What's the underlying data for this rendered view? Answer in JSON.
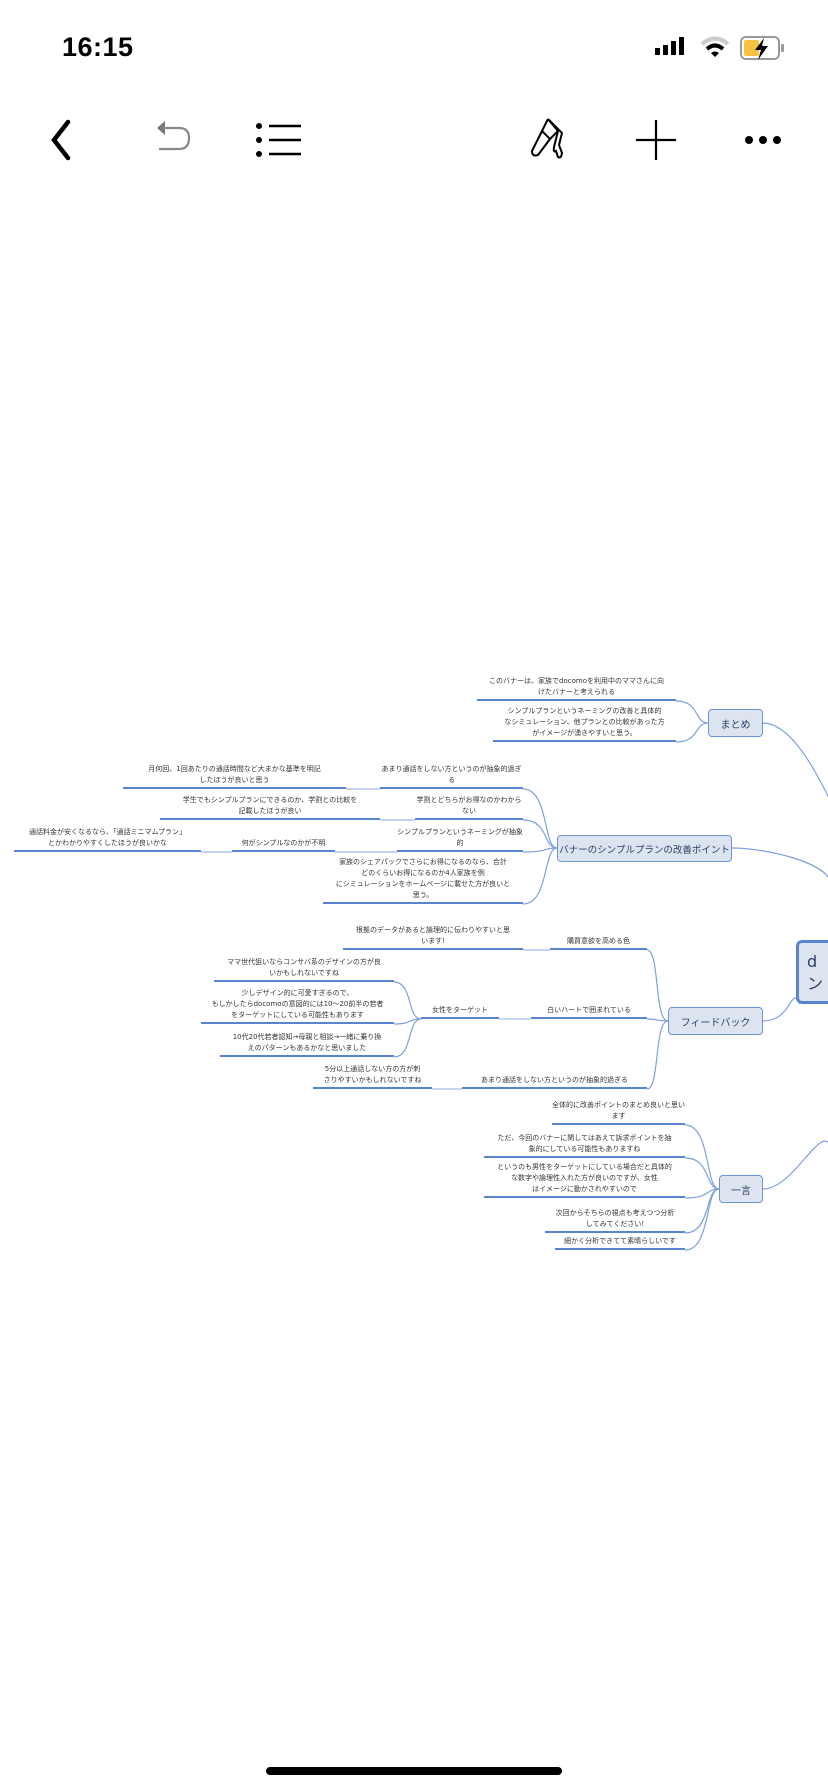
{
  "status_bar": {
    "time": "16:15",
    "icons": [
      "signal-icon",
      "wifi-icon",
      "battery-charging-icon"
    ],
    "battery_color": "#f5c342"
  },
  "toolbar": {
    "icons": [
      "back-icon",
      "undo-icon",
      "outline-list-icon",
      "format-brush-icon",
      "add-icon",
      "more-icon"
    ]
  },
  "colors": {
    "node_fill": "#dce4f0",
    "node_border": "#6e93d6",
    "line": "#5b84d0"
  },
  "mindmap": {
    "central": {
      "line1": "d",
      "line2": "ン"
    },
    "matome": {
      "label": "まとめ",
      "children": [
        "このバナーは、家族でdocomoを利用中のママさんに向\nけたバナーと考えられる",
        "シンプルプランというネーミングの改善と具体的\nなシミュレーション、他プランとの比較があった方\nがイメージが湧きやすいと思う。"
      ]
    },
    "kaizen": {
      "label": "バナーのシンプルプランの改善ポイント",
      "children": [
        {
          "text": "あまり通話をしない方というのが抽象的過ぎる",
          "child": "月何回、1回あたりの通話時間など大まかな基準を明記\nしたほうが良いと思う"
        },
        {
          "text": "学割とどちらがお得なのかわからない",
          "child": "学生でもシンプルプランにできるのか、学割との比較を\n記載したほうが良い"
        },
        {
          "text": "シンプルプランというネーミングが抽象的",
          "child": "何がシンプルなのかが不明",
          "grandchild": "通話料金が安くなるなら、「通話ミニマムプラン」\nとかわかりやすくしたほうが良いかな"
        },
        {
          "text": "家族のシェアパックでさらにお得になるのなら、合計\nどのくらいお得になるのか4人家族を例\nにシミュレーションをホームページに載せた方が良いと\n思う。"
        }
      ]
    },
    "feedback": {
      "label": "フィードバック",
      "children": [
        {
          "text": "購買意欲を高める色",
          "child": "根拠のデータがあると論理的に伝わりやすいと思\nいます!"
        },
        {
          "text": "白いハートで囲まれている",
          "child": "女性をターゲット",
          "grandchildren": [
            "ママ世代狙いならコンサバ系のデザインの方が良\nいかもしれないですね",
            "少しデザイン的に可愛すぎるので、\nもしかしたらdocomoの意図的には10～20前半の若者\nをターゲットにしている可能性もあります",
            "10代20代若者認知→母親と相談→一緒に乗り換\nえのパターンもあるかなと思いました"
          ]
        },
        {
          "text": "あまり通話をしない方というのが抽象的過ぎる",
          "child": "5分以上通話しない方の方が刺\nさりやすいかもしれないですね"
        }
      ]
    },
    "hitokoto": {
      "label": "一言",
      "children": [
        "全体的に改善ポイントのまとめ良いと思います",
        "ただ、今回のバナーに関してはあえて訴求ポイントを抽\n象的にしている可能性もありますね",
        "というのも男性をターゲットにしている場合だと具体的\nな数字や論理性入れた方が良いのですが、女性\nはイメージに動かされやすいので",
        "次回からそちらの視点も考えつつ分析\nしてみてください!",
        "細かく分析できてて素晴らしいです"
      ]
    }
  }
}
